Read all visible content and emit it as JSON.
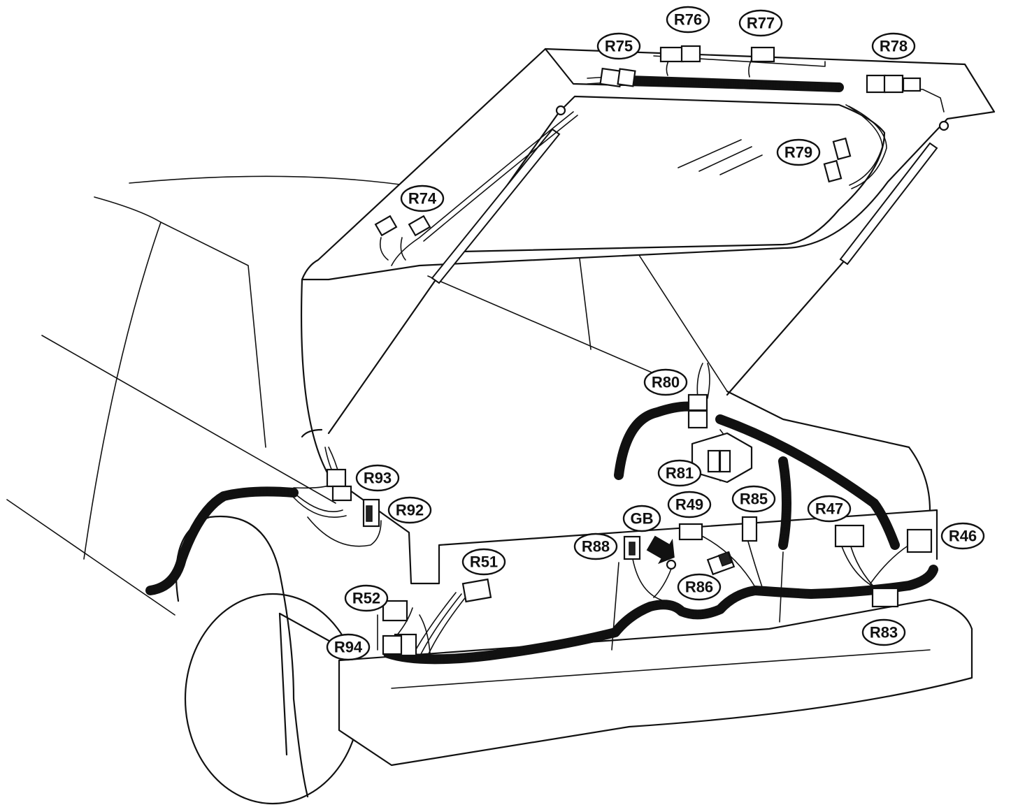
{
  "labels": {
    "R46": "R46",
    "R47": "R47",
    "R49": "R49",
    "R51": "R51",
    "R52": "R52",
    "R74": "R74",
    "R75": "R75",
    "R76": "R76",
    "R77": "R77",
    "R78": "R78",
    "R79": "R79",
    "R80": "R80",
    "R81": "R81",
    "R83": "R83",
    "R85": "R85",
    "R86": "R86",
    "R88": "R88",
    "R92": "R92",
    "R93": "R93",
    "R94": "R94",
    "GB": "GB"
  }
}
